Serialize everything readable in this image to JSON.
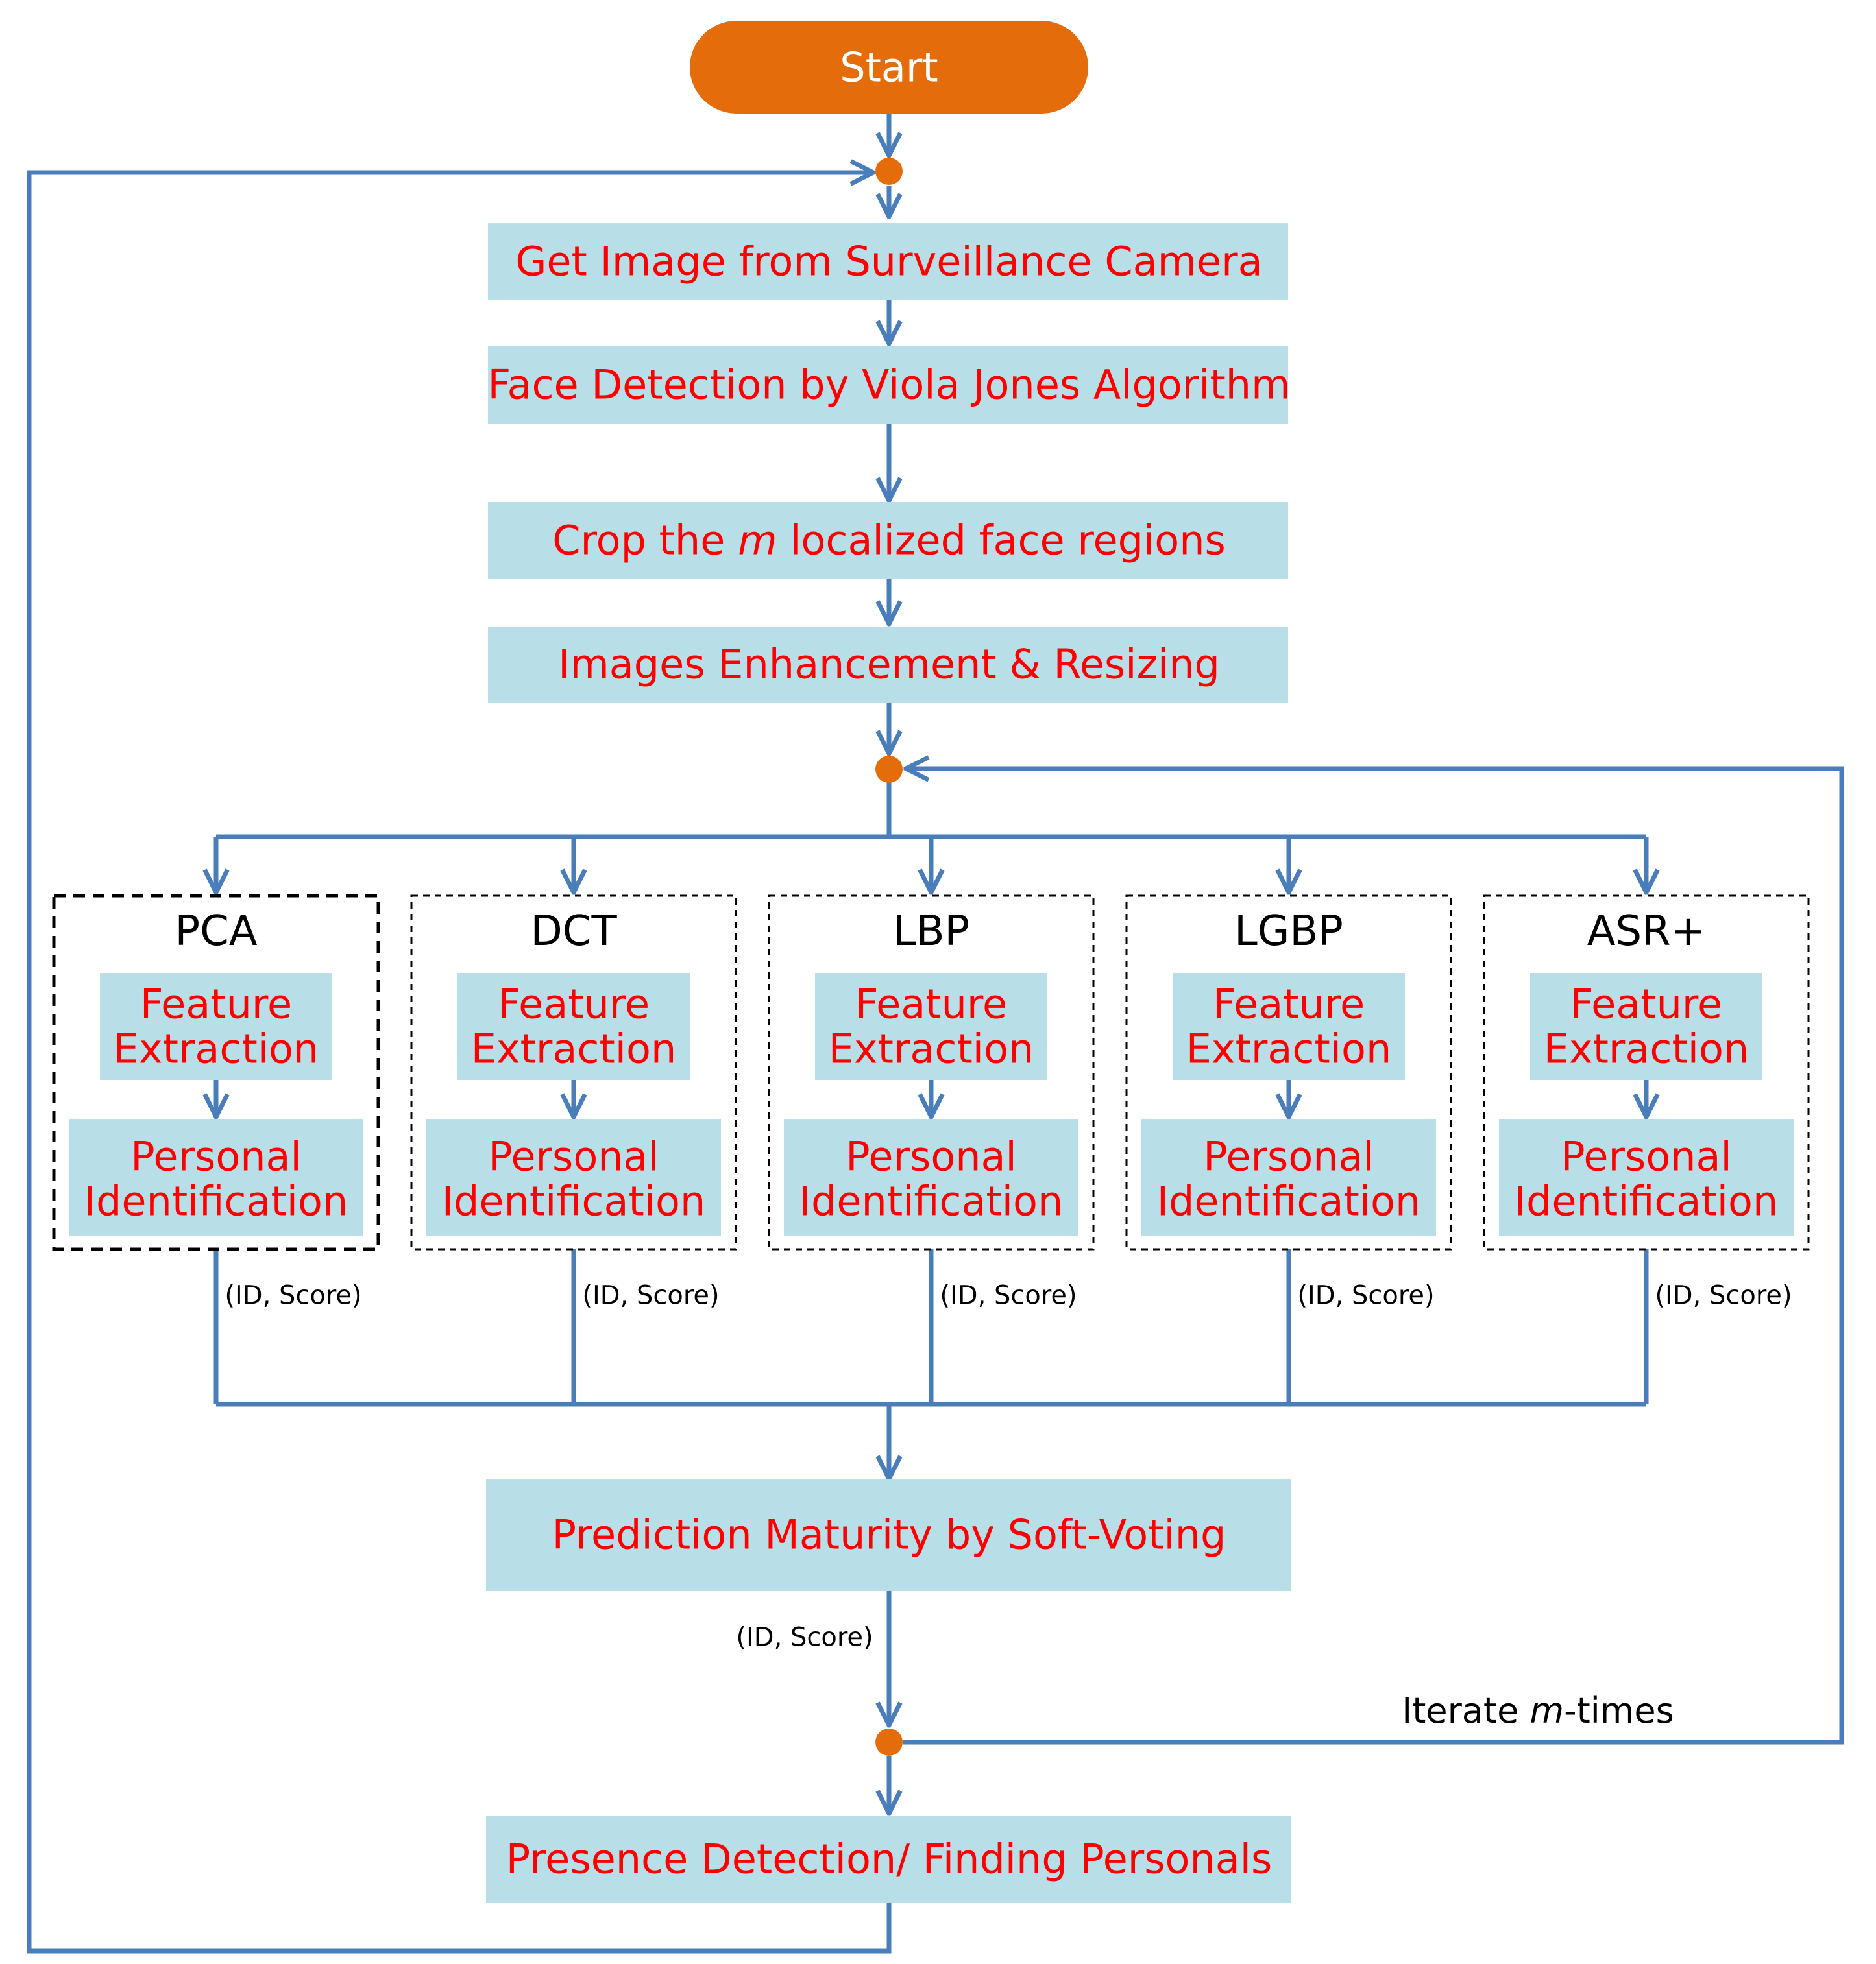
{
  "colors": {
    "box_fill": "#b8dfe8",
    "line": "#4a7ebb",
    "node": "#e46c0a",
    "start": "#e46c0a",
    "box_text": "#ff0000"
  },
  "start": {
    "label": "Start"
  },
  "steps": {
    "get_image": "Get Image from Surveillance Camera",
    "face_detection": "Face Detection by Viola Jones Algorithm",
    "crop": {
      "before": "Crop the ",
      "var": "m",
      "after": " localized face regions"
    },
    "enhance": "Images Enhancement & Resizing",
    "prediction": "Prediction Maturity by Soft-Voting",
    "presence": "Presence Detection/ Finding Personals"
  },
  "methods": [
    {
      "name": "PCA",
      "feature": [
        "Feature",
        "Extraction"
      ],
      "identification": [
        "Personal",
        "Identification"
      ],
      "output": "(ID, Score)"
    },
    {
      "name": "DCT",
      "feature": [
        "Feature",
        "Extraction"
      ],
      "identification": [
        "Personal",
        "Identification"
      ],
      "output": "(ID, Score)"
    },
    {
      "name": "LBP",
      "feature": [
        "Feature",
        "Extraction"
      ],
      "identification": [
        "Personal",
        "Identification"
      ],
      "output": "(ID, Score)"
    },
    {
      "name": "LGBP",
      "feature": [
        "Feature",
        "Extraction"
      ],
      "identification": [
        "Personal",
        "Identification"
      ],
      "output": "(ID, Score)"
    },
    {
      "name": "ASR+",
      "feature": [
        "Feature",
        "Extraction"
      ],
      "identification": [
        "Personal",
        "Identification"
      ],
      "output": "(ID, Score)"
    }
  ],
  "prediction_output": "(ID, Score)",
  "iterate": {
    "before": "Iterate ",
    "var": "m",
    "after": "-times"
  }
}
